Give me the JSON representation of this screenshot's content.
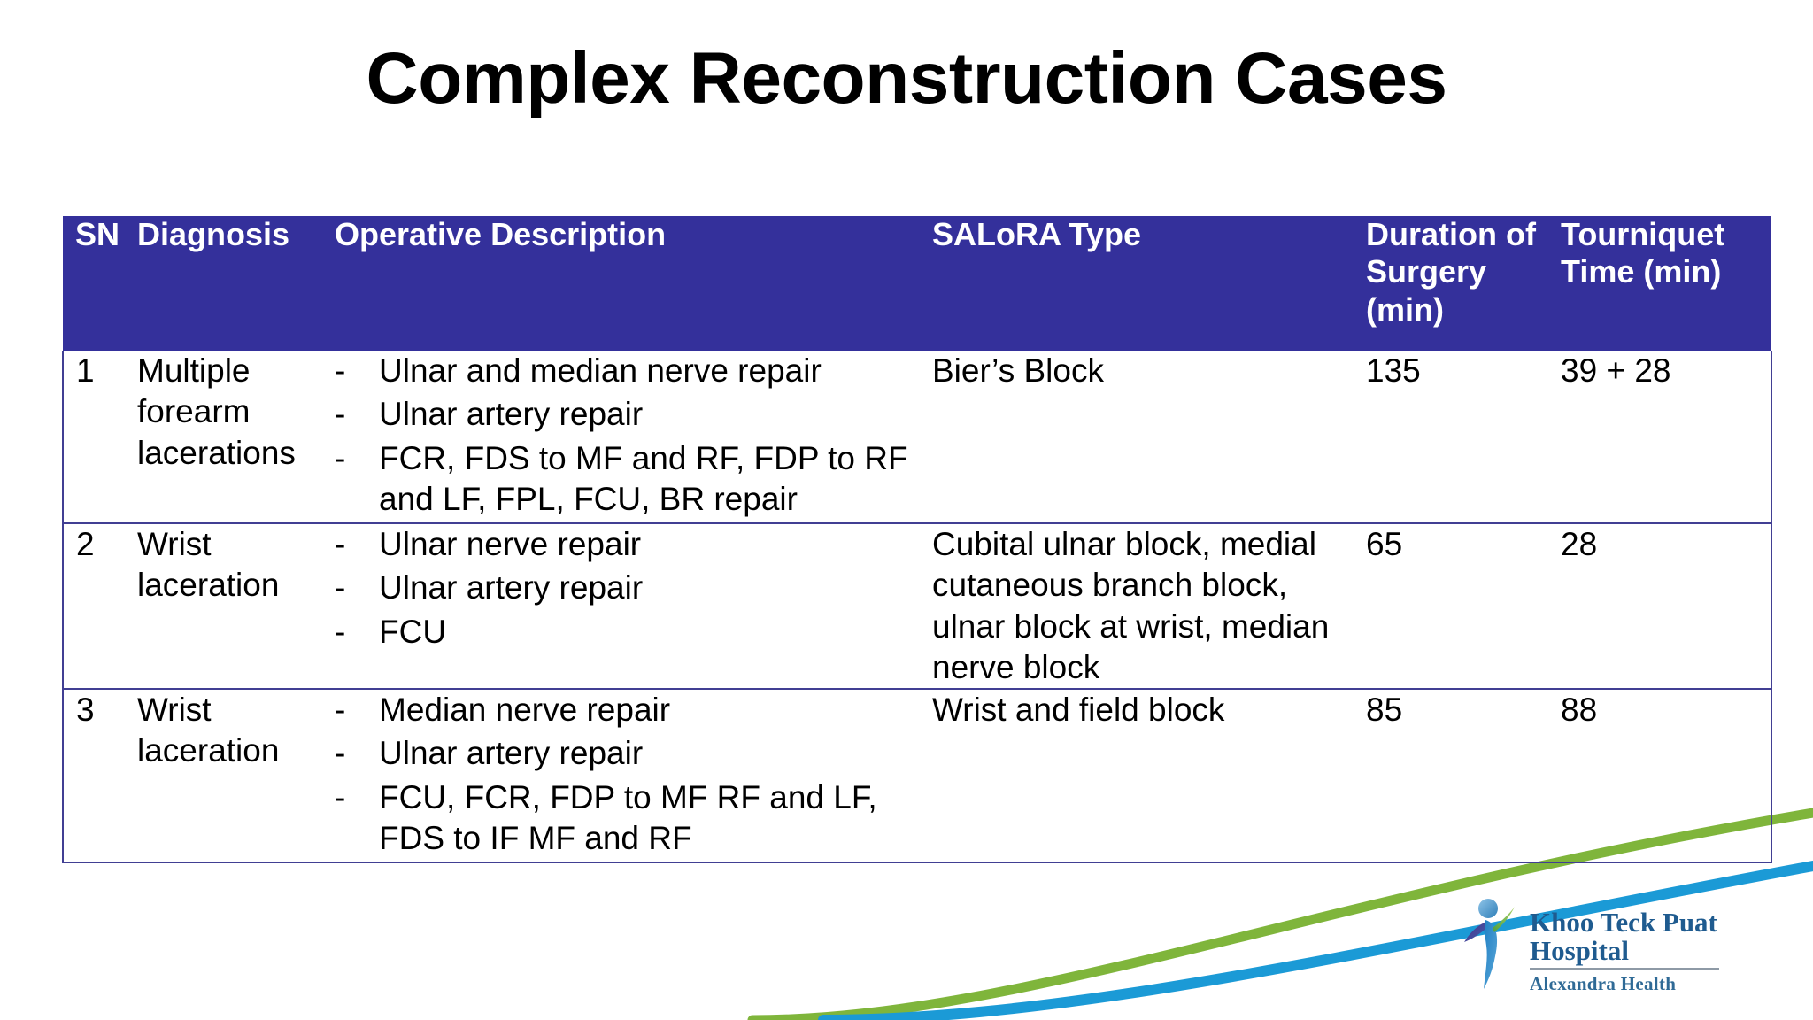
{
  "slide": {
    "title": "Complex Reconstruction Cases"
  },
  "colors": {
    "header_background": "#34309b",
    "header_text": "#ffffff",
    "table_border": "#413f93",
    "body_text": "#000000",
    "curve_green": "#7fb53b",
    "curve_blue": "#1b9ad6",
    "logo_text": "#1f5b8f"
  },
  "table": {
    "columns": [
      "SN",
      "Diagnosis",
      "Operative Description",
      "SALoRA Type",
      "Duration of Surgery (min)",
      "Tourniquet Time (min)"
    ],
    "rows": [
      {
        "sn": "1",
        "diagnosis": "Multiple forearm lacerations",
        "operative_description": [
          "Ulnar and median nerve repair",
          "Ulnar artery repair",
          "FCR, FDS to MF and RF, FDP to RF and LF, FPL, FCU, BR repair"
        ],
        "bullet": "-",
        "salora_type": "Bier’s Block",
        "duration_of_surgery": "135",
        "tourniquet_time": "39 + 28"
      },
      {
        "sn": "2",
        "diagnosis": "Wrist laceration",
        "operative_description": [
          "Ulnar nerve repair",
          "Ulnar artery repair",
          "FCU"
        ],
        "bullet": "-",
        "salora_type": "Cubital ulnar block, medial cutaneous branch block, ulnar block at wrist, median nerve block",
        "duration_of_surgery": "65",
        "tourniquet_time": "28"
      },
      {
        "sn": "3",
        "diagnosis": "Wrist laceration",
        "operative_description": [
          "Median nerve repair",
          "Ulnar artery repair",
          "FCU, FCR, FDP to MF RF and LF, FDS to IF MF and RF"
        ],
        "bullet": "-",
        "salora_type": "Wrist and field block",
        "duration_of_surgery": "85",
        "tourniquet_time": "88"
      }
    ]
  },
  "logo": {
    "line1": "Khoo Teck Puat",
    "line2": "Hospital",
    "line3": "Alexandra Health",
    "mark": "person-figure-icon"
  }
}
